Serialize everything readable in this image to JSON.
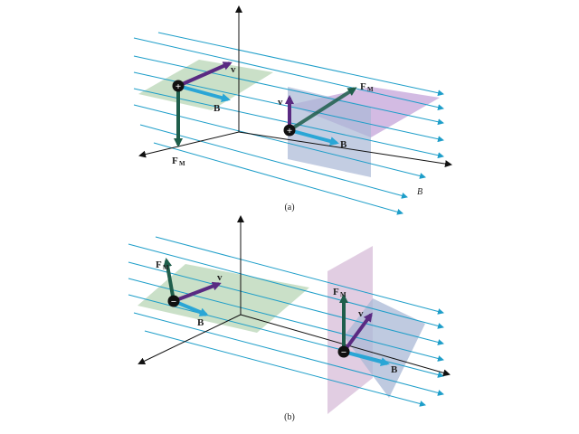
{
  "colors": {
    "field_line": "#1e9ec9",
    "axis": "#111111",
    "velocity": "#5a2a82",
    "field_vec": "#2aa6d6",
    "force": "#1f5e4b",
    "plane_green": "#9fc69a",
    "plane_blue": "#a9b8d6",
    "plane_purple": "#b58ed0",
    "plane_pink": "#d4b8d6",
    "charge": "#111111"
  },
  "panel_a": {
    "caption": "(a)",
    "field_label": "B",
    "charge_left_sign": "+",
    "charge_right_sign": "+",
    "v_label": "v",
    "b_label": "B",
    "f_label": "F",
    "f_sub": "M"
  },
  "panel_b": {
    "caption": "(b)",
    "charge_left_sign": "−",
    "charge_right_sign": "−",
    "v_label": "v",
    "b_label": "B",
    "f_label": "F",
    "f_sub": "M"
  },
  "icons": {
    "charge": "charge-circle-icon",
    "vector": "arrow-vector-icon"
  }
}
